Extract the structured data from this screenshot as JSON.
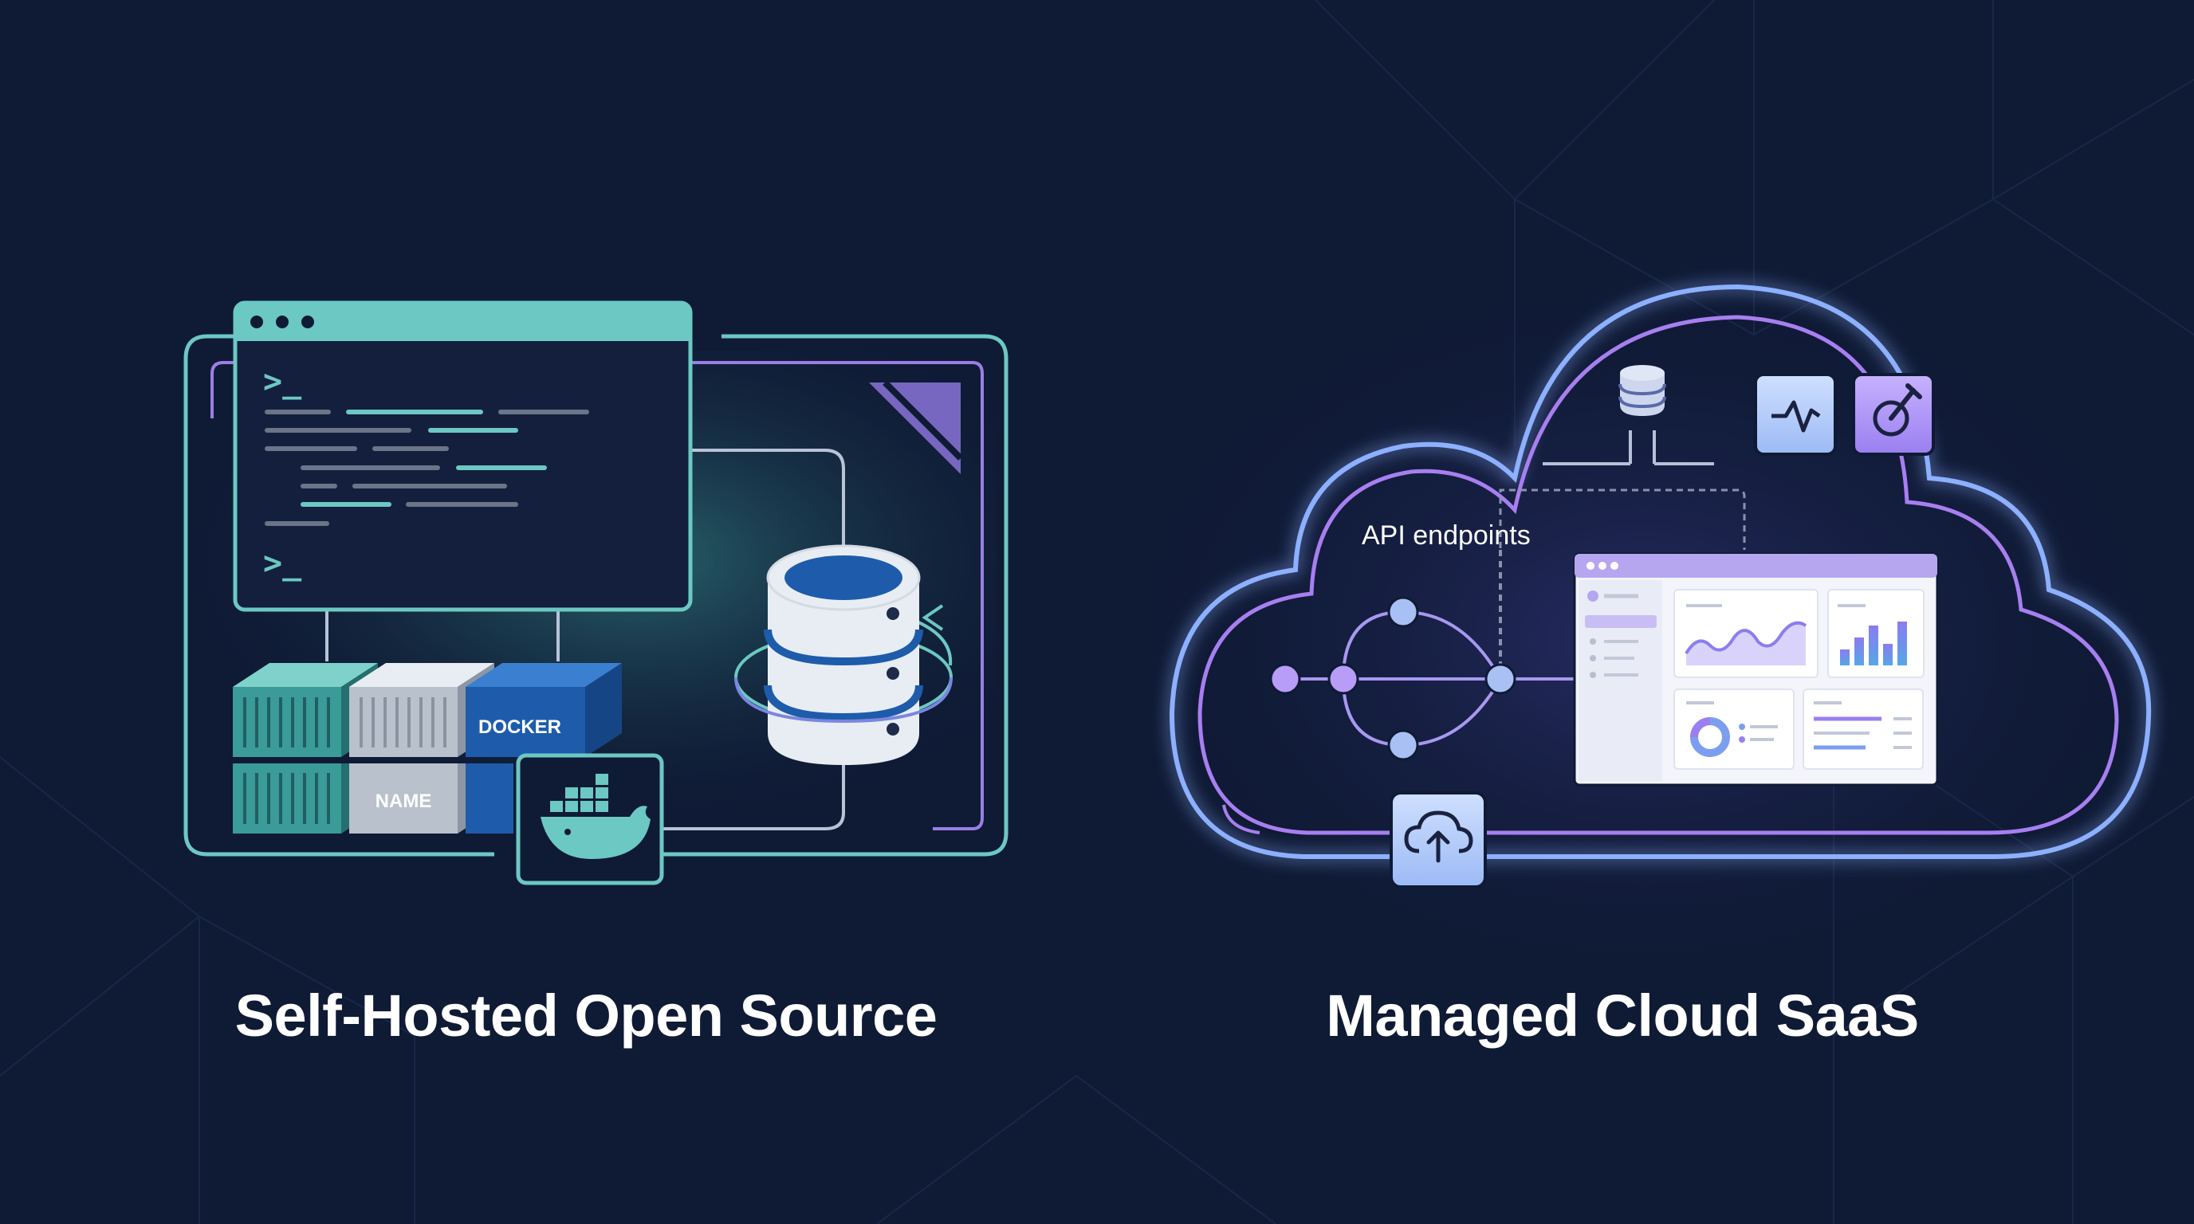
{
  "left_panel": {
    "caption": "Self-Hosted Open Source",
    "terminal": {
      "prompt_top": ">_",
      "prompt_bottom": ">_"
    },
    "containers": {
      "label_docker": "DOCKER",
      "label_name": "NAME"
    },
    "icons": [
      "terminal-window-icon",
      "shipping-container-icon",
      "docker-whale-icon",
      "database-icon",
      "sync-arrows-icon"
    ]
  },
  "right_panel": {
    "caption": "Managed Cloud SaaS",
    "api_label": "API endpoints",
    "icons": [
      "cloud-outline-icon",
      "database-icon",
      "activity-pulse-icon",
      "wrench-gear-icon",
      "cloud-upload-icon",
      "dashboard-window-icon",
      "line-chart-icon",
      "bar-chart-icon",
      "donut-chart-icon"
    ]
  },
  "colors": {
    "background": "#0f1a35",
    "teal_accent": "#6cc8c2",
    "violet_accent": "#a78bf4",
    "blue_accent": "#1e5cab",
    "text": "#ffffff"
  }
}
